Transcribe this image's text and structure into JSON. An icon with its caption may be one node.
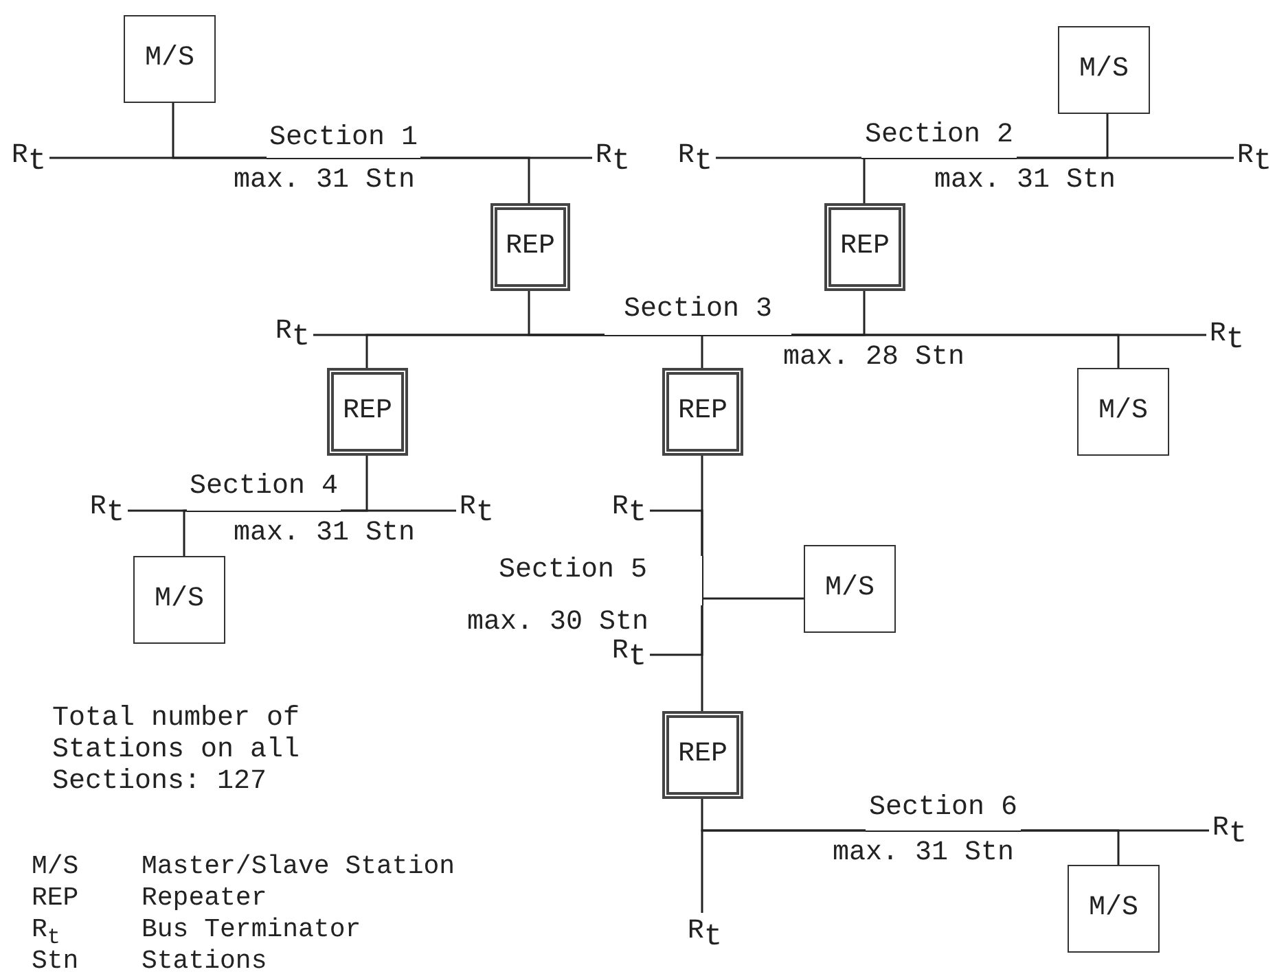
{
  "diagram": {
    "nodes": [
      {
        "text": [
          "M/S"
        ]
      },
      {
        "text": [
          "M/S"
        ]
      },
      {
        "text": [
          "R$_{t}$"
        ]
      },
      {
        "text": [
          "Section 1"
        ],
        "beside": [
          "max. 31 Stn"
        ]
      },
      {
        "text": [
          "R$_{t}$"
        ]
      },
      {
        "text": [
          "R$_{t}$"
        ]
      },
      {
        "text": [
          "Section 2"
        ],
        "beside": [
          "max. 31 Stn"
        ]
      },
      {
        "text": [
          "R$_{t}$"
        ]
      },
      {
        "text": [
          "REP"
        ]
      },
      {
        "text": [
          "REP"
        ]
      },
      {
        "text": [
          "R$_{t}$"
        ]
      },
      {
        "text": [
          "Section 3"
        ],
        "beside": [
          "max. 28 Stn"
        ]
      },
      {
        "text": [
          "R$_{t}$"
        ]
      },
      {
        "text": [
          "REP"
        ]
      },
      {
        "text": [
          "REP"
        ]
      },
      {
        "text": [
          "M/S"
        ]
      },
      {
        "text": [
          "Section 4"
        ],
        "beside": [
          "max. 31 Stn"
        ]
      },
      {
        "text": [
          "R$_{t}$"
        ]
      },
      {
        "text": [
          "R$_{t}$"
        ]
      },
      {
        "text": [
          "R$_{t}$"
        ]
      },
      {
        "text": [
          "M/S"
        ]
      },
      {
        "text": [
          "Section 5"
        ],
        "beside": [
          "max. 30 Stn"
        ]
      },
      {
        "text": [
          "M/S"
        ]
      },
      {
        "text": [
          "R$_{t}$"
        ]
      },
      {
        "text": [
          "REP"
        ]
      },
      {
        "text": [
          "Section 6"
        ],
        "beside": [
          "max. 31 Stn"
        ]
      },
      {
        "text": [
          "R$_{t}$"
        ]
      },
      {
        "text": [
          "R$_{t}$"
        ]
      },
      {
        "text": [
          "M/S"
        ]
      }
    ],
    "edges": [
      {
        "from": 0,
        "to": 3,
        "arrow": "none"
      },
      {
        "from": 2,
        "to": 3,
        "arrow": "none"
      },
      {
        "from": 3,
        "to": 4,
        "arrow": "none"
      },
      {
        "from": 3,
        "to": 8,
        "arrow": "none"
      },
      {
        "from": 5,
        "to": 6,
        "arrow": "none"
      },
      {
        "from": 6,
        "to": 9,
        "arrow": "none"
      },
      {
        "from": 6,
        "to": 1,
        "arrow": "none"
      },
      {
        "from": 6,
        "to": 7,
        "arrow": "none"
      },
      {
        "from": 8,
        "to": 11,
        "arrow": "none"
      },
      {
        "from": 10,
        "to": 11,
        "arrow": "none"
      },
      {
        "from": 11,
        "to": 13,
        "arrow": "none"
      },
      {
        "from": 11,
        "to": 14,
        "arrow": "none"
      },
      {
        "from": 9,
        "to": 11,
        "arrow": "none"
      },
      {
        "from": 11,
        "to": 15,
        "arrow": "none"
      },
      {
        "from": 11,
        "to": 12,
        "arrow": "none"
      },
      {
        "from": 13,
        "to": 16,
        "arrow": "none"
      },
      {
        "from": 17,
        "to": 16,
        "arrow": "none"
      },
      {
        "from": 16,
        "to": 20,
        "arrow": "none"
      },
      {
        "from": 16,
        "to": 18,
        "arrow": "none"
      },
      {
        "from": 14,
        "to": 21,
        "arrow": "none"
      },
      {
        "from": 19,
        "to": 21,
        "arrow": "none"
      },
      {
        "from": 21,
        "to": 22,
        "arrow": "none"
      },
      {
        "from": 23,
        "to": 21,
        "arrow": "none"
      },
      {
        "from": 24,
        "to": 21,
        "arrow": "none"
      },
      {
        "from": 24,
        "to": 25,
        "arrow": "none"
      },
      {
        "from": 27,
        "to": 25,
        "arrow": "none"
      },
      {
        "from": 25,
        "to": 28,
        "arrow": "none"
      },
      {
        "from": 25,
        "to": 26,
        "arrow": "none"
      }
    ],
    "labels": [
      "Total number of Stations on all Sections: 127",
      "M/S",
      "Master/Slave Station",
      "REP",
      "Repeater",
      "R$_{t}$",
      "Bus Terminator",
      "Stn",
      "Stations"
    ]
  }
}
